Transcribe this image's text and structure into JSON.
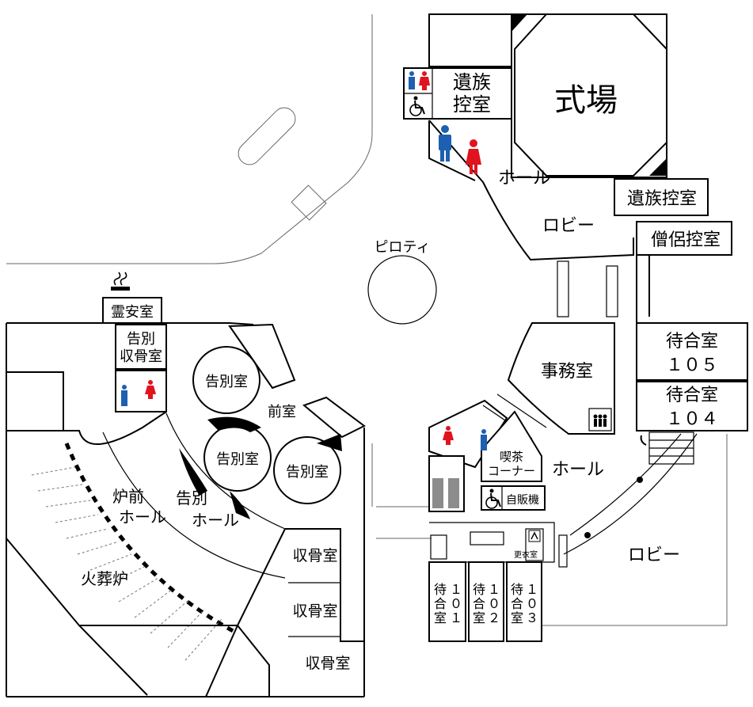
{
  "rooms": {
    "shikijo": "式場",
    "izoku_hikae_1": [
      "遺族",
      "控室"
    ],
    "hall_1": "ホール",
    "izoku_hikae_2": "遺族控室",
    "lobby_1": "ロビー",
    "soryo_hikae": "僧侶控室",
    "piloti": "ピロティ",
    "reianshitsu": "霊安室",
    "kokubetsu_shukotsu": [
      "告別",
      "収骨室"
    ],
    "kokubetsushitsu": "告別室",
    "zenshitsu": "前室",
    "jimushitsu": "事務室",
    "machiai_105": [
      "待合室",
      "１０５"
    ],
    "machiai_104": [
      "待合室",
      "１０４"
    ],
    "kissa": [
      "喫茶",
      "コーナー"
    ],
    "hall_2": "ホール",
    "jihanki": "自販機",
    "rozen_hall": [
      "炉前",
      "ホール"
    ],
    "kokubetsu_hall": [
      "告別",
      "ホール"
    ],
    "shukotsushitsu": "収骨室",
    "kasoro": "火葬炉",
    "lobby_2": "ロビー",
    "koishitsu": "更衣室",
    "machiai_101": [
      "待",
      "１",
      "合",
      "０",
      "室",
      "１"
    ],
    "machiai_102": [
      "待",
      "１",
      "合",
      "０",
      "室",
      "２"
    ],
    "machiai_103": [
      "待",
      "１",
      "合",
      "０",
      "室",
      "３"
    ]
  },
  "icons": {
    "restroom": "restroom-icon",
    "male": "male-restroom-icon",
    "female": "female-restroom-icon",
    "accessible": "wheelchair-icon",
    "elevator": "elevator-icon",
    "smoking": "smoking-icon"
  },
  "colors": {
    "male": "#1d5fb0",
    "female": "#e0141e",
    "stairs_gray": "#8c8c8c"
  }
}
